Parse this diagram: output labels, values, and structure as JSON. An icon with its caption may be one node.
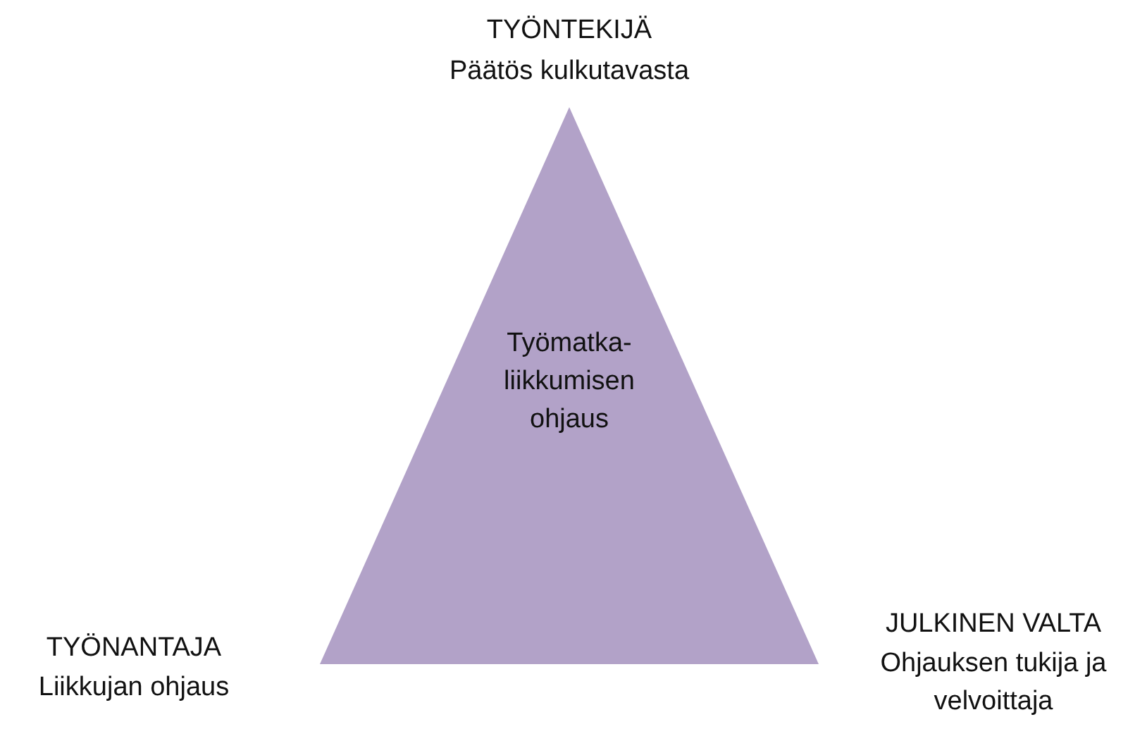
{
  "diagram": {
    "nodes": [
      {
        "text": [
          "Työmatka- liikkumisen ohjaus"
        ]
      }
    ],
    "labels": [
      "TYÖNTEKIJÄ",
      "Päätös kulkutavasta",
      "TYÖNANTAJA",
      "Liikkujan ohjaus",
      "JULKINEN VALTA",
      "Ohjauksen tukija ja velvoittaja"
    ]
  }
}
